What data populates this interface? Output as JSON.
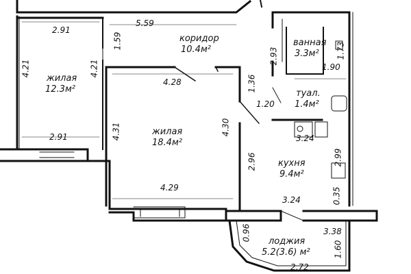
{
  "rooms": {
    "living_small": {
      "name": "жилая",
      "area": "12.3м²"
    },
    "living_big": {
      "name": "жилая",
      "area": "18.4м²"
    },
    "corridor": {
      "name": "коридор",
      "area": "10.4м²"
    },
    "bathroom": {
      "name": "ванная",
      "area": "3.3м²"
    },
    "toilet": {
      "name": "туал.",
      "area": "1.4м²"
    },
    "kitchen": {
      "name": "кухня",
      "area": "9.4м²"
    },
    "loggia": {
      "name": "лоджия",
      "area": "5.2(3.6) м²"
    }
  },
  "dimensions": {
    "d_291_top": "2.91",
    "d_559": "5.59",
    "d_159": "1.59",
    "d_421_left": "4.21",
    "d_421_inner": "4.21",
    "d_428": "4.28",
    "d_136": "1.36",
    "d_293": "2.93",
    "d_173": "1.73",
    "d_190": "1.90",
    "d_120": "1.20",
    "d_431": "4.31",
    "d_430": "4.30",
    "d_291_bottom": "2.91",
    "d_324_top": "3.24",
    "d_296": "2.96",
    "d_299": "2.99",
    "d_035": "0.35",
    "d_429": "4.29",
    "d_324_bottom": "3.24",
    "d_338": "3.38",
    "d_096": "0.96",
    "d_160": "1.60",
    "d_272": "2.72"
  }
}
